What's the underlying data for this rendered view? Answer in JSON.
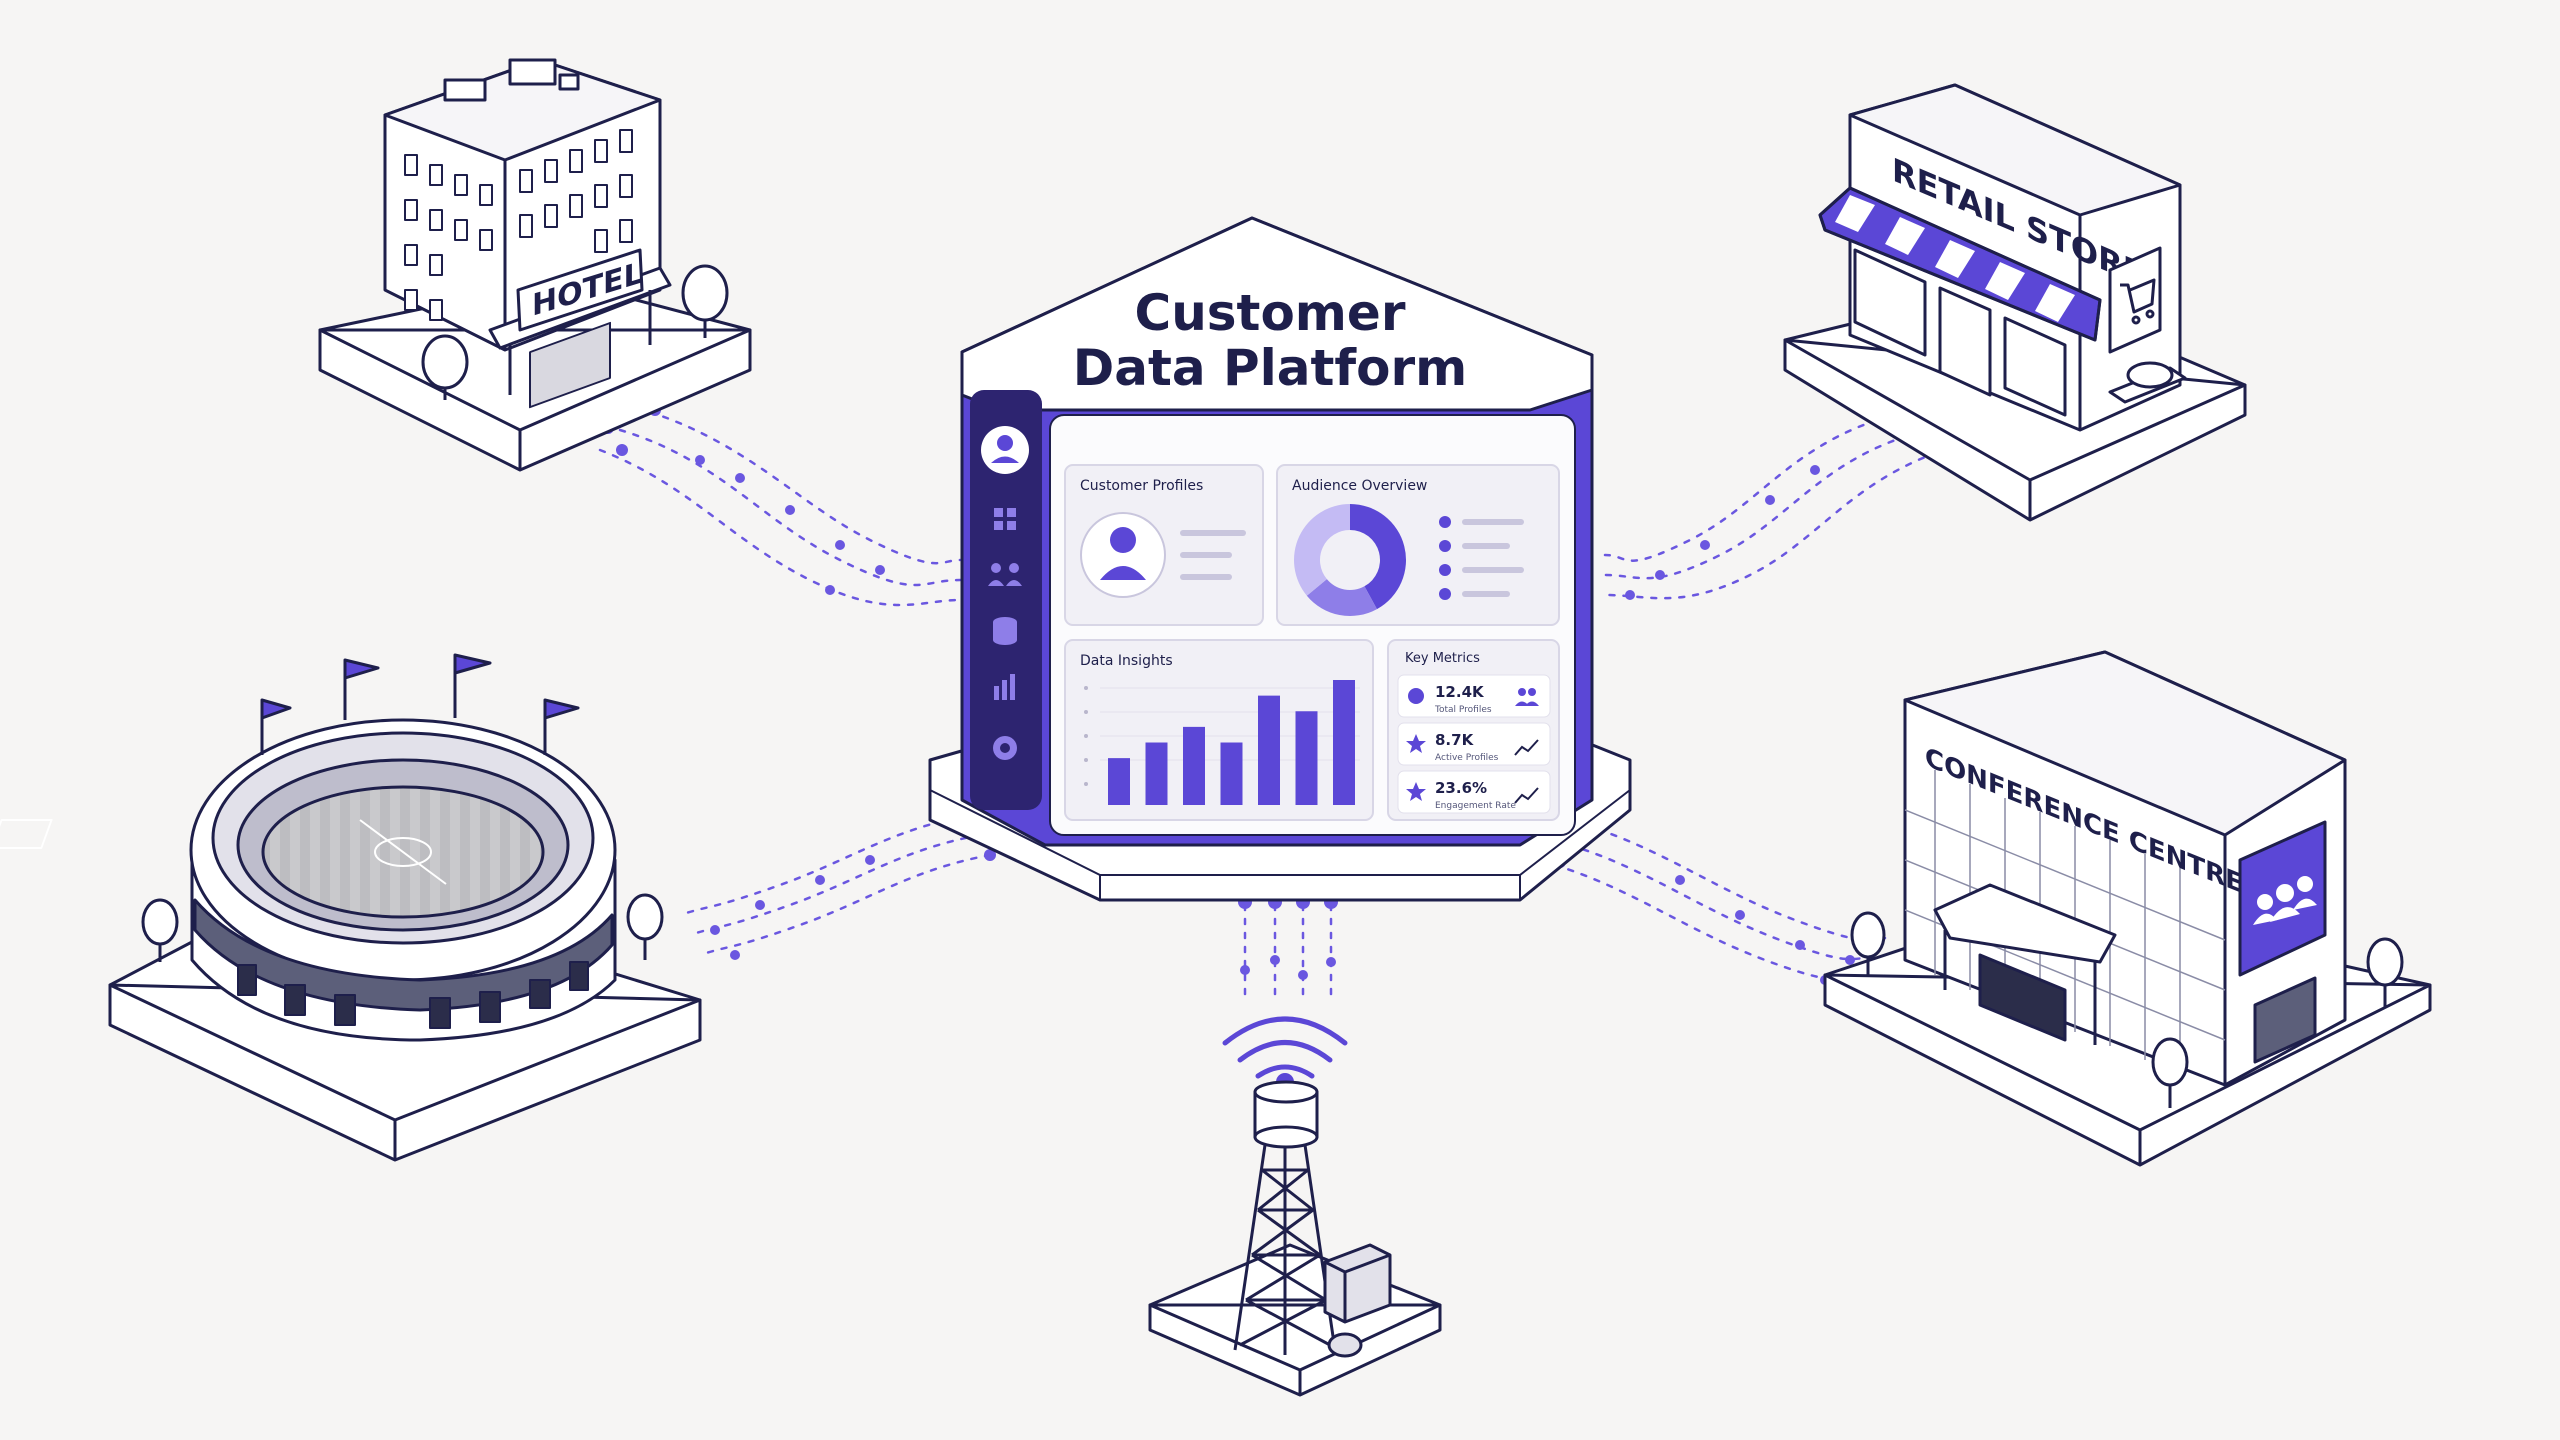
{
  "platform": {
    "title_line1": "Customer",
    "title_line2": "Data Platform",
    "sidebar_icons": [
      "user-icon",
      "grid-icon",
      "users-icon",
      "database-icon",
      "bar-chart-icon",
      "gear-icon"
    ]
  },
  "panels": {
    "customer_profiles": "Customer Profiles",
    "audience_overview": "Audience Overview",
    "data_insights": "Data Insights",
    "key_metrics": "Key Metrics"
  },
  "audience_chart": {
    "type": "pie",
    "slices": [
      42,
      22,
      36
    ],
    "colors": [
      "#5b47d6",
      "#8e7ee8",
      "#c4bbf4"
    ]
  },
  "insights_chart": {
    "type": "bar",
    "values": [
      3,
      4,
      5,
      4,
      7,
      6,
      8
    ],
    "ylim": [
      0,
      8
    ]
  },
  "metrics": [
    {
      "value": "12.4K",
      "label": "Total Profiles"
    },
    {
      "value": "8.7K",
      "label": "Active Profiles"
    },
    {
      "value": "23.6%",
      "label": "Engagement Rate"
    }
  ],
  "buildings": {
    "hotel": "HOTEL",
    "retail": "RETAIL STORE",
    "conference": "CONFERENCE CENTRE"
  },
  "colors": {
    "accent": "#5b47d6",
    "accent_light": "#8e7ee8",
    "ink": "#1e1f4b",
    "background": "#f6f5f4"
  }
}
